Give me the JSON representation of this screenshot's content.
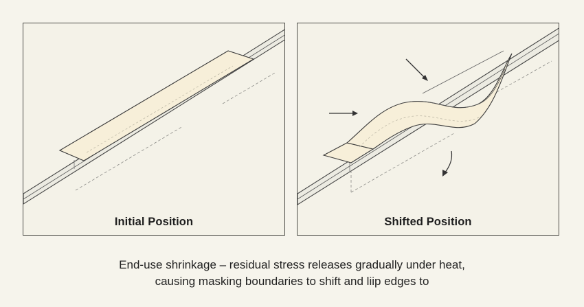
{
  "panels": [
    {
      "title": "Initial Position"
    },
    {
      "title": "Shifted Position"
    }
  ],
  "caption": {
    "line1": "End-use shrinkage – residual stress releases gradually under heat,",
    "line2": "causing masking boundaries to shift and liip edges to"
  },
  "colors": {
    "background": "#f6f4ec",
    "panel_border": "#4a4a45",
    "tape_fill": "#f7efd9",
    "line": "#333333",
    "text": "#222222"
  }
}
